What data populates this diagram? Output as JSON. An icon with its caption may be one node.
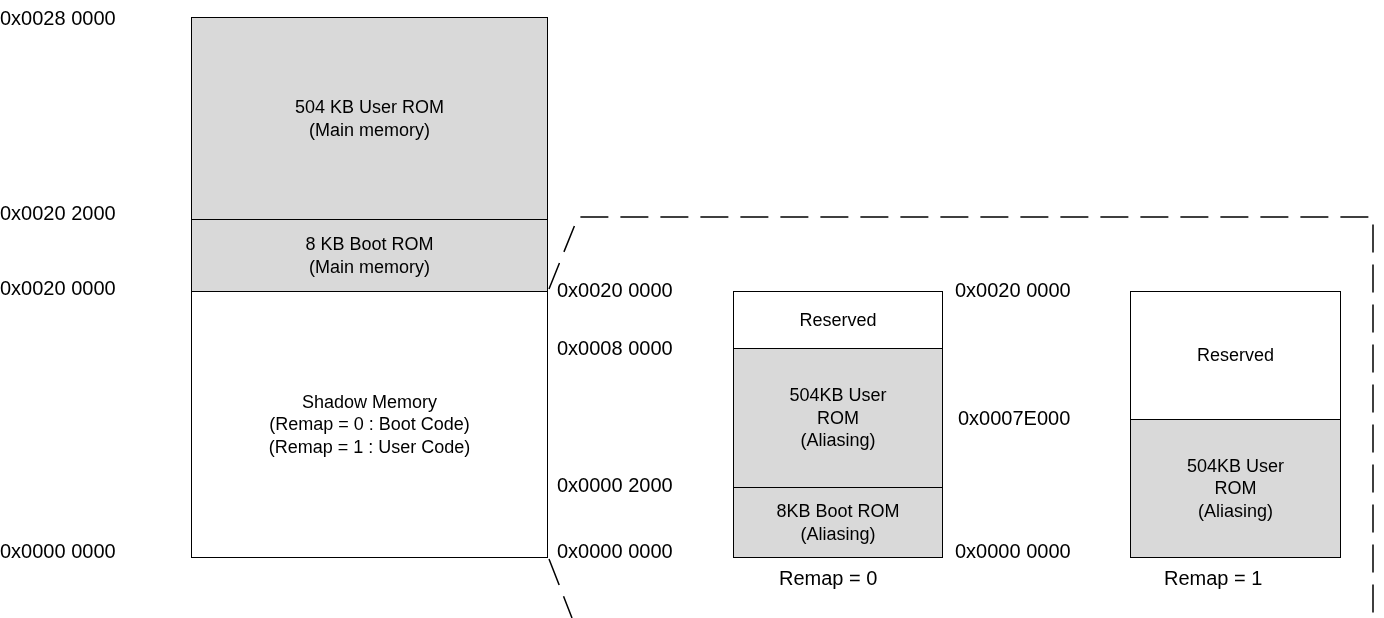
{
  "diagram": {
    "nodes": [
      {
        "text": [
          "504 KB User ROM",
          "(Main memory)"
        ]
      },
      {
        "text": [
          "8 KB Boot ROM",
          "(Main memory)"
        ]
      },
      {
        "text": [
          "Shadow Memory",
          "(Remap = 0 : Boot Code)",
          "(Remap = 1 : User Code)"
        ]
      },
      {
        "text": [
          "Reserved"
        ]
      },
      {
        "text": [
          "504KB User ROM",
          "(Aliasing)"
        ]
      },
      {
        "text": [
          "8KB Boot ROM",
          "(Aliasing)"
        ]
      },
      {
        "text": [
          "Reserved"
        ]
      },
      {
        "text": [
          "504KB User ROM",
          "(Aliasing)"
        ]
      }
    ],
    "edges": [],
    "labels": [
      "0x0028 0000",
      "0x0020 2000",
      "0x0020 0000",
      "0x0020 0000",
      "0x0020 0000",
      "0x0008 0000",
      "0x0007E000",
      "0x0000 2000",
      "0x0000 0000",
      "0x0000 0000",
      "0x0000 0000",
      "Remap = 0",
      "Remap = 1"
    ]
  }
}
